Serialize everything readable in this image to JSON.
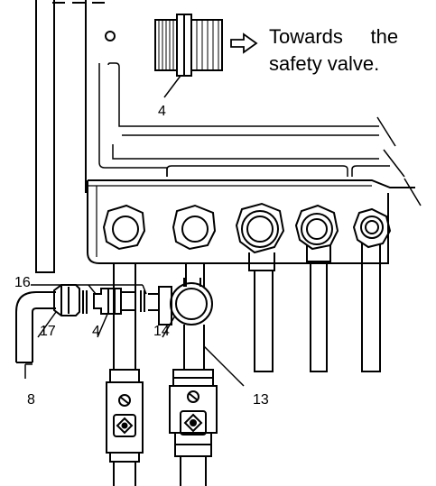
{
  "callout": {
    "line1": "Towards     the",
    "line2": "safety valve."
  },
  "labels": {
    "top_fitting": "4",
    "gasket_upper": "16",
    "nut": "17",
    "fitting": "4",
    "elbow": "8",
    "tee": "14",
    "pipe": "13"
  },
  "colors": {
    "line": "#000000",
    "background": "#ffffff"
  }
}
